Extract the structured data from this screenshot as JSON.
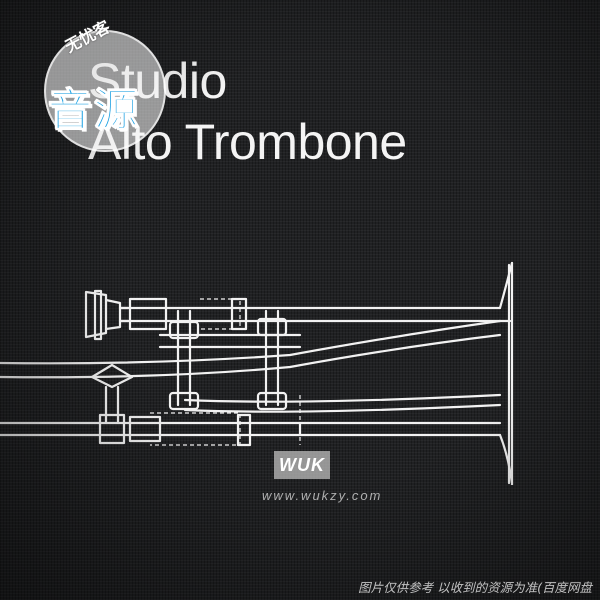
{
  "cover": {
    "title_line1": "Studio",
    "title_line2": "Alto Trombone",
    "background_color": "#202123",
    "text_color": "#f4f4f4"
  },
  "watermark_badge": {
    "small_text": "无忧客",
    "big_text": "音源",
    "accent_color": "#1a9fe2"
  },
  "center_watermark": {
    "logo_text": "WUK",
    "url_text": "www.wukzy.com"
  },
  "footer_note": "图片仅供参考 以收到的资源为准(百度网盘",
  "illustration": {
    "subject": "alto trombone line drawing",
    "icon_name": "trombone-icon"
  }
}
